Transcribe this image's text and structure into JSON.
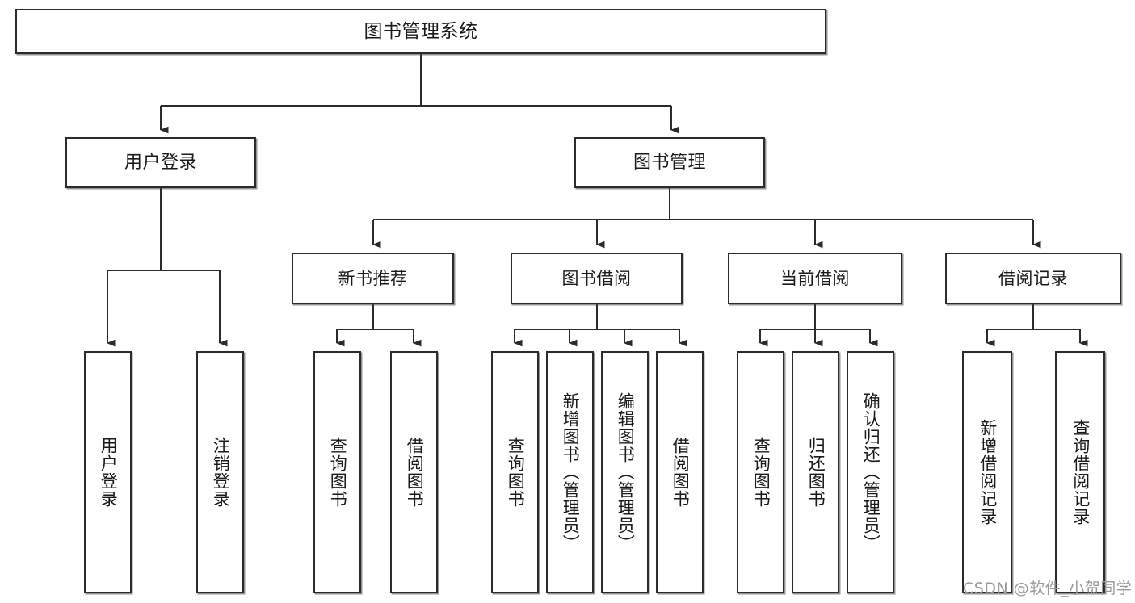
{
  "diagram": {
    "title": "图书管理系统",
    "type": "hierarchy-tree",
    "watermark": "CSDN @软件_小贺同学",
    "colors": {
      "box_border": "#2b2b2b",
      "box_fill": "#ffffff",
      "connector": "#2b2b2b",
      "watermark_text": "#9a9a9a",
      "background": "#ffffff"
    },
    "root": {
      "id": "root",
      "label": "图书管理系统"
    },
    "level1": [
      {
        "id": "user-login",
        "label": "用户登录"
      },
      {
        "id": "book-manage",
        "label": "图书管理"
      }
    ],
    "level2": [
      {
        "id": "new-book-recommend",
        "label": "新书推荐",
        "parent": "book-manage"
      },
      {
        "id": "book-borrow",
        "label": "图书借阅",
        "parent": "book-manage"
      },
      {
        "id": "current-borrow",
        "label": "当前借阅",
        "parent": "book-manage"
      },
      {
        "id": "borrow-record",
        "label": "借阅记录",
        "parent": "book-manage"
      }
    ],
    "leaves": [
      {
        "id": "leaf-user-login",
        "label": "用户登录",
        "parent": "user-login"
      },
      {
        "id": "leaf-logout-login",
        "label": "注销登录",
        "parent": "user-login"
      },
      {
        "id": "leaf-query-book-1",
        "label": "查询图书",
        "parent": "new-book-recommend"
      },
      {
        "id": "leaf-borrow-book-1",
        "label": "借阅图书",
        "parent": "new-book-recommend"
      },
      {
        "id": "leaf-query-book-2",
        "label": "查询图书",
        "parent": "book-borrow"
      },
      {
        "id": "leaf-add-book",
        "label": "新增图书（管理员）",
        "parent": "book-borrow"
      },
      {
        "id": "leaf-edit-book",
        "label": "编辑图书（管理员）",
        "parent": "book-borrow"
      },
      {
        "id": "leaf-borrow-book-2",
        "label": "借阅图书",
        "parent": "book-borrow"
      },
      {
        "id": "leaf-query-book-3",
        "label": "查询图书",
        "parent": "current-borrow"
      },
      {
        "id": "leaf-return-book",
        "label": "归还图书",
        "parent": "current-borrow"
      },
      {
        "id": "leaf-confirm-return",
        "label": "确认归还（管理员）",
        "parent": "current-borrow"
      },
      {
        "id": "leaf-add-record",
        "label": "新增借阅记录",
        "parent": "borrow-record"
      },
      {
        "id": "leaf-query-record",
        "label": "查询借阅记录",
        "parent": "borrow-record"
      }
    ]
  }
}
